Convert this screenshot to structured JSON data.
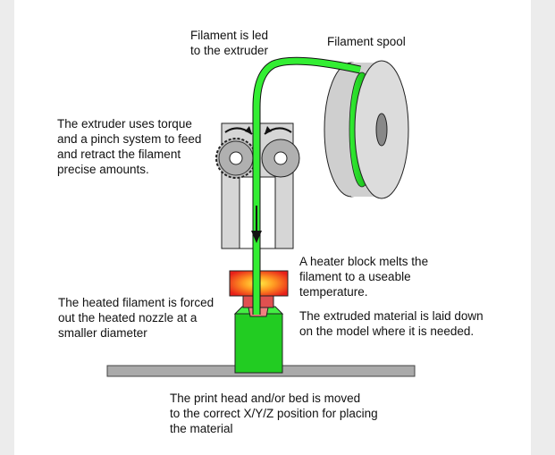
{
  "labels": {
    "filament_led": "Filament is led\nto the extruder",
    "filament_spool": "Filament spool",
    "extruder": "The extruder uses torque\nand a pinch system to feed\nand retract the filament\nprecise amounts.",
    "heater": "A heater block melts the\nfilament to a useable\ntemperature.",
    "nozzle": "The heated filament is forced\nout the heated nozzle at a\nsmaller diameter",
    "extruded": "The extruded material is laid down\non the model where it is needed.",
    "print_head": "The print head and/or bed is moved\nto the correct X/Y/Z position for placing\nthe material"
  },
  "colors": {
    "filament": "#22dd22",
    "heater_hot": "#ffdd33",
    "heater_cool": "#ee2222",
    "spool": "#dddddd",
    "bed": "#aaaaaa"
  }
}
